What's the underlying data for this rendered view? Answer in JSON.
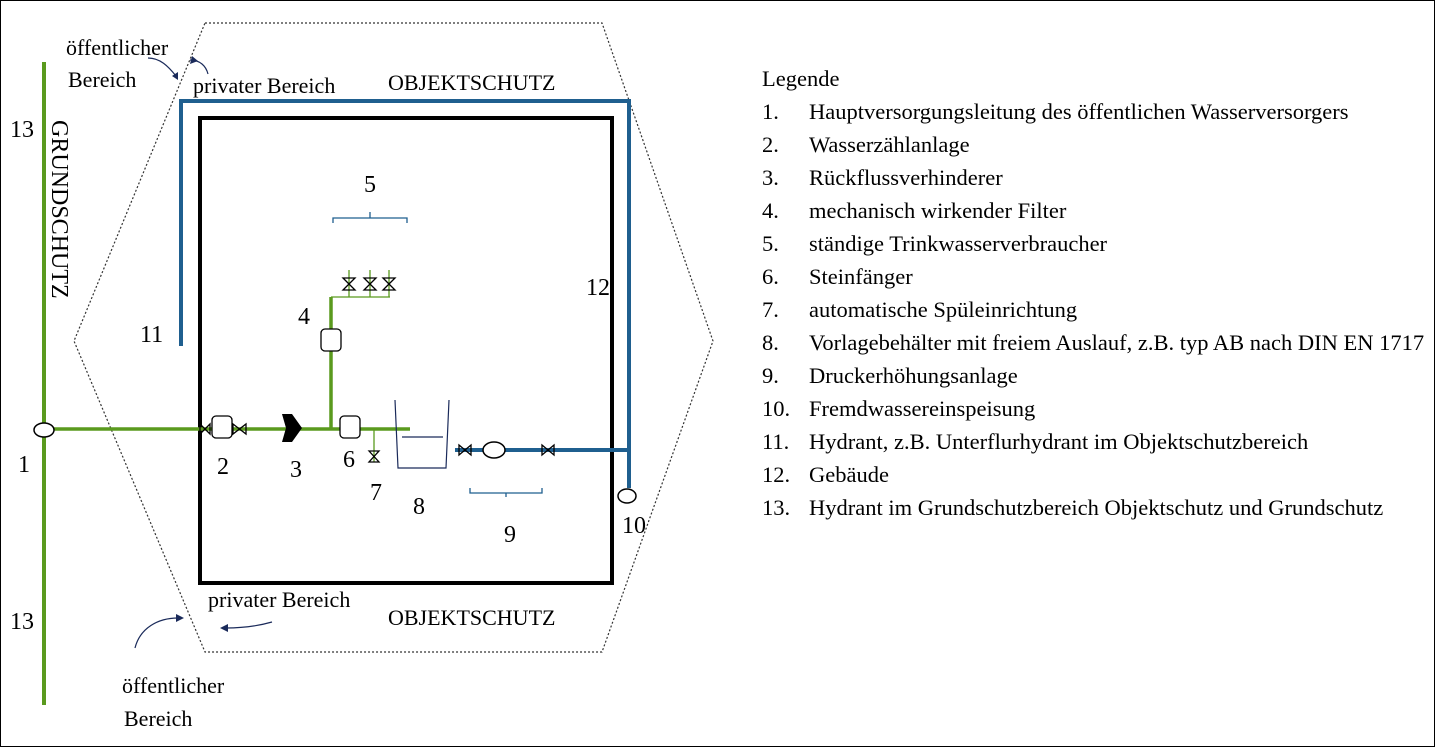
{
  "diagram": {
    "labels": {
      "public_area_top": [
        "öffentlicher",
        "Bereich"
      ],
      "private_area_top": "privater Bereich",
      "objektschutz_top": "OBJEKTSCHUTZ",
      "grundschutz": "GRUNDSCHUTZ",
      "private_area_bottom": "privater Bereich",
      "objektschutz_bottom": "OBJEKTSCHUTZ",
      "public_area_bottom": [
        "öffentlicher",
        "Bereich"
      ]
    },
    "numbers": {
      "n1": "1",
      "n2": "2",
      "n3": "3",
      "n4": "4",
      "n5": "5",
      "n6": "6",
      "n7": "7",
      "n8": "8",
      "n9": "9",
      "n10": "10",
      "n11": "11",
      "n12": "12",
      "n13_top": "13",
      "n13_bottom": "13"
    },
    "colors": {
      "drinking_water_pipe": "#5a9a1e",
      "fire_water_pipe": "#1f5f8f",
      "building_outline": "#000000",
      "protection_zone_outline": "#333333",
      "arrow": "#1a2a5a"
    }
  },
  "legend": {
    "title": "Legende",
    "items": [
      {
        "num": "1.",
        "text": "Hauptversorgungsleitung des öffentlichen Wasserversorgers"
      },
      {
        "num": "2.",
        "text": "Wasserzählanlage"
      },
      {
        "num": "3.",
        "text": "Rückflussverhinderer"
      },
      {
        "num": "4.",
        "text": "mechanisch wirkender Filter"
      },
      {
        "num": "5.",
        "text": "ständige Trinkwasserverbraucher"
      },
      {
        "num": "6.",
        "text": "Steinfänger"
      },
      {
        "num": "7.",
        "text": "automatische Spüleinrichtung"
      },
      {
        "num": "8.",
        "text": "Vorlagebehälter mit freiem Auslauf, z.B. typ AB nach DIN EN 1717"
      },
      {
        "num": "9.",
        "text": "Druckerhöhungsanlage"
      },
      {
        "num": "10.",
        "text": "Fremdwassereinspeisung"
      },
      {
        "num": "11.",
        "text": "Hydrant, z.B. Unterflurhydrant im Objektschutzbereich"
      },
      {
        "num": "12.",
        "text": "Gebäude"
      },
      {
        "num": "13.",
        "text": "Hydrant im Grundschutzbereich Objektschutz und Grundschutz"
      }
    ]
  }
}
